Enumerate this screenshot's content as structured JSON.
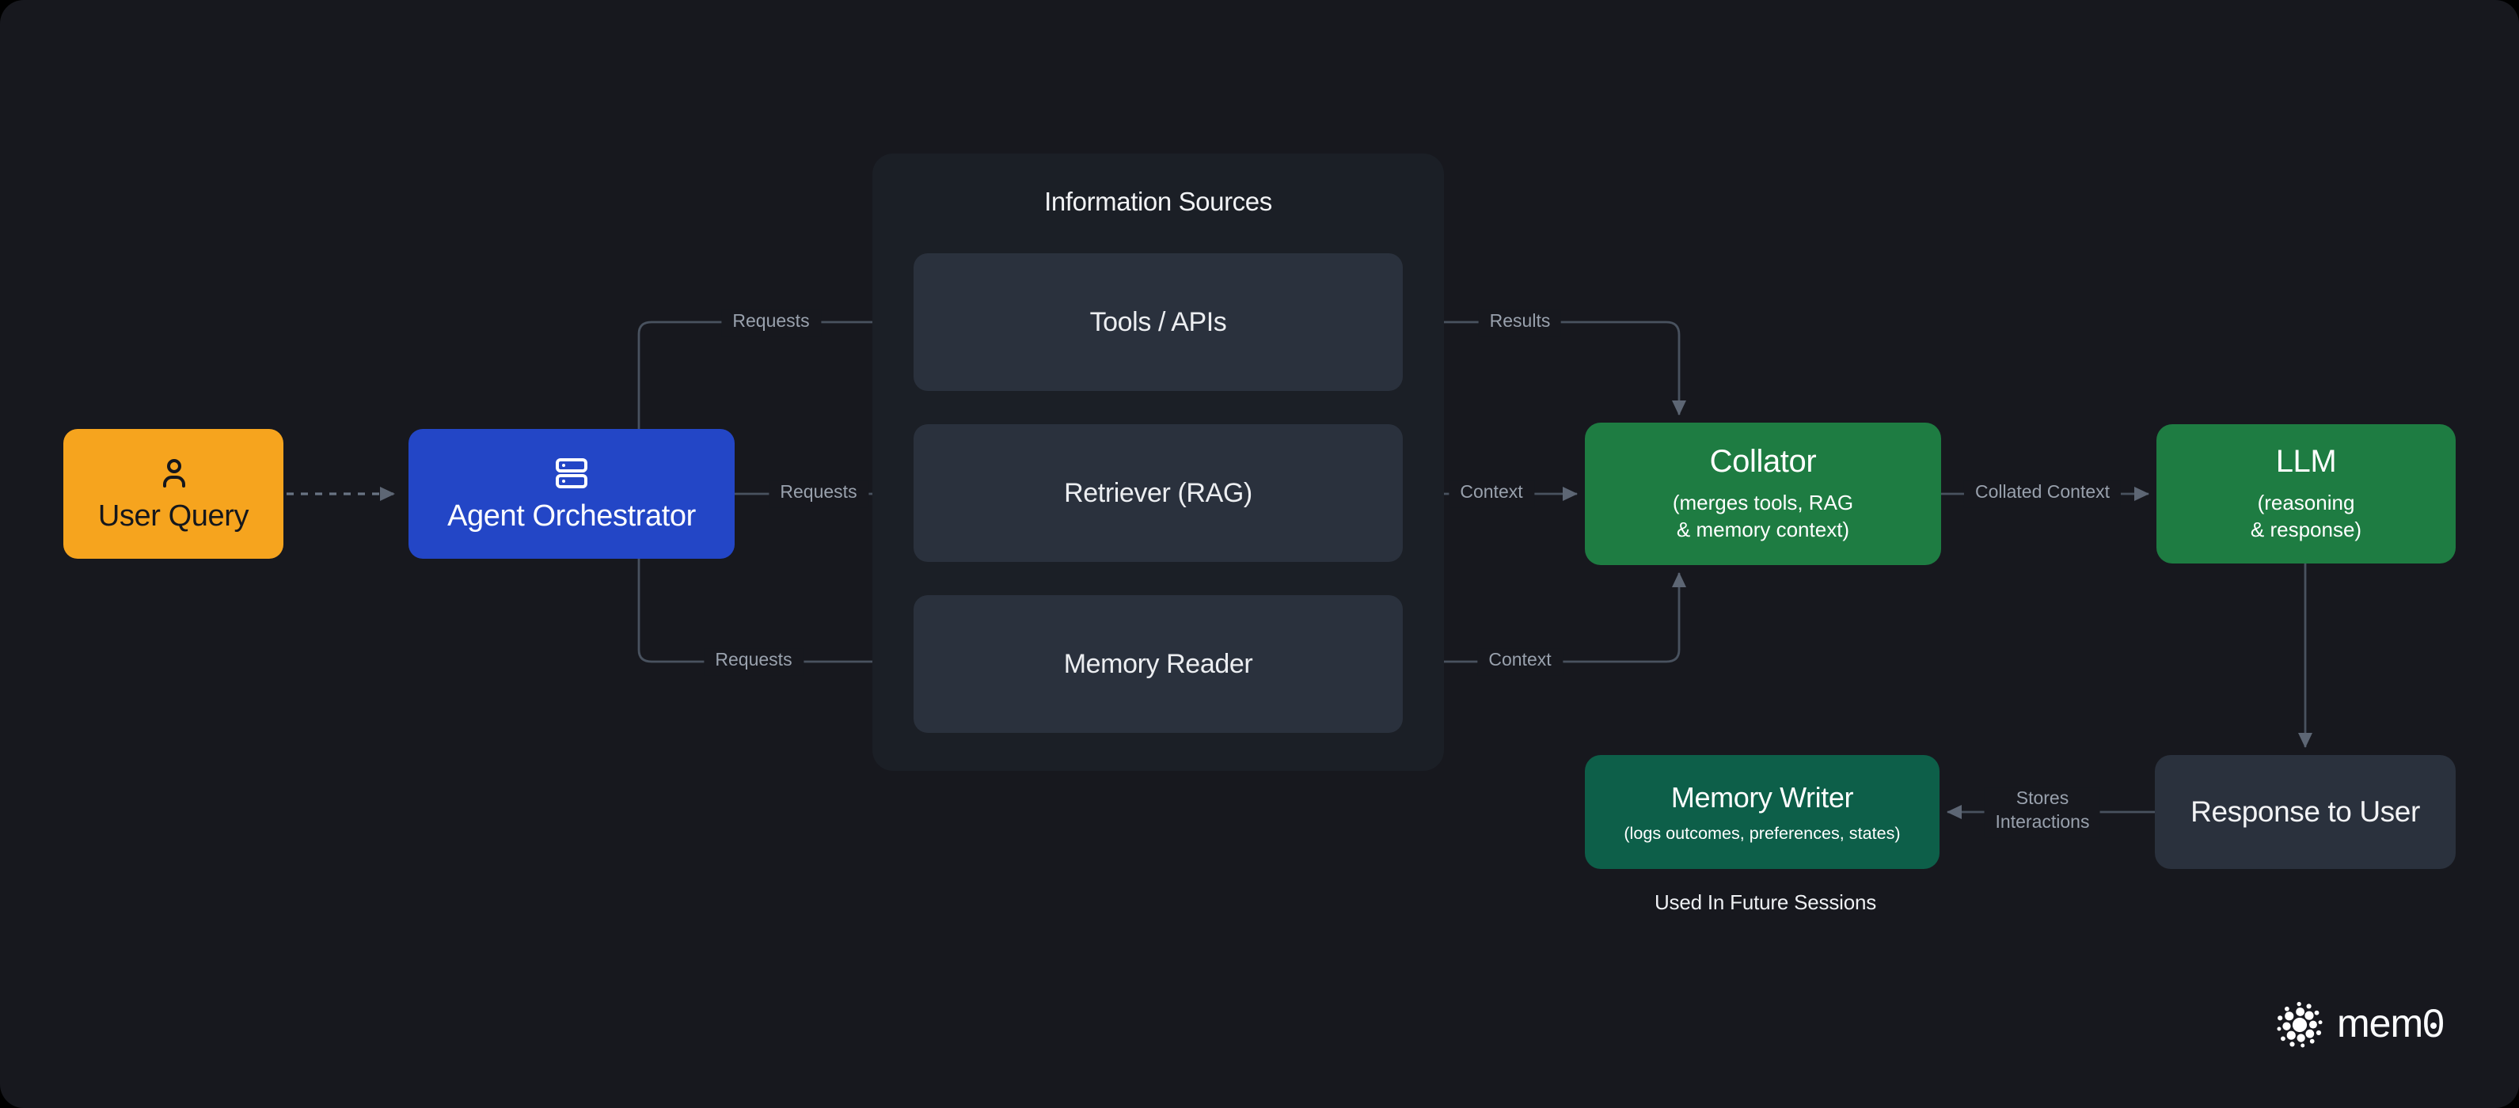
{
  "surface": {
    "background": "#17181e",
    "outer_background": "#000000"
  },
  "palette": {
    "line": "#49525f",
    "dashed_line": "#6a7484",
    "arrowhead": "#5d6674",
    "edge_label_text": "#99a1ad",
    "text_light": "#f2f4f6",
    "text_dark": "#15171c"
  },
  "nodes": {
    "user_query": {
      "label": "User Query",
      "color": "#f6a41e",
      "icon": "user-icon"
    },
    "agent_orchestrator": {
      "label": "Agent Orchestrator",
      "color": "#2346c6",
      "icon": "server-icon"
    },
    "information_sources": {
      "title": "Information Sources",
      "panel_color": "#1b1f26",
      "item_color": "#2a313d",
      "items": [
        {
          "label": "Tools / APIs"
        },
        {
          "label": "Retriever (RAG)"
        },
        {
          "label": "Memory Reader"
        }
      ]
    },
    "collator": {
      "title": "Collator",
      "subtitle": "(merges tools, RAG\n& memory context)",
      "color": "#1e7c42"
    },
    "llm": {
      "title": "LLM",
      "subtitle": "(reasoning\n& response)",
      "color": "#1e7c42"
    },
    "memory_writer": {
      "title": "Memory Writer",
      "subtitle": "(logs outcomes, preferences, states)",
      "color": "#0d5f49"
    },
    "response_to_user": {
      "label": "Response to User",
      "color": "#2a313d"
    }
  },
  "edges": {
    "user_to_orchestrator": {
      "style": "dashed"
    },
    "requests_top": {
      "label": "Requests"
    },
    "requests_mid": {
      "label": "Requests"
    },
    "requests_bottom": {
      "label": "Requests"
    },
    "results": {
      "label": "Results"
    },
    "context_mid": {
      "label": "Context"
    },
    "context_bottom": {
      "label": "Context"
    },
    "collated_context": {
      "label": "Collated Context"
    },
    "llm_to_response": {
      "style": "solid"
    },
    "stores_interactions": {
      "label": "Stores\nInteractions"
    }
  },
  "annotations": {
    "future_sessions": "Used In Future Sessions"
  },
  "brand": {
    "name": "mem0",
    "text_mem": "mem",
    "text_zero": "0"
  }
}
